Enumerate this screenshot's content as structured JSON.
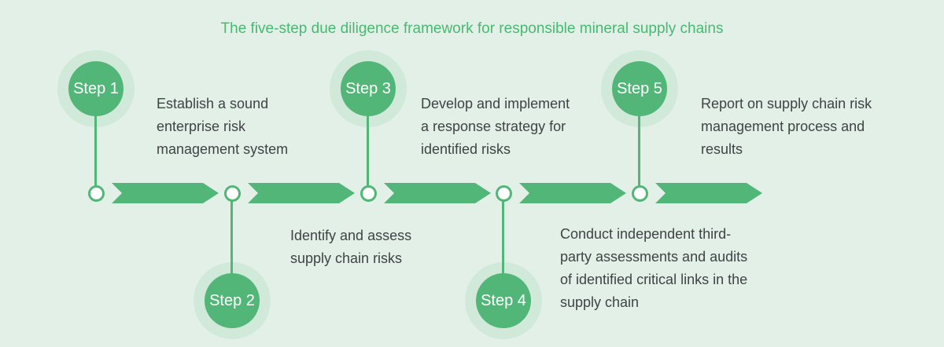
{
  "title": "The five-step due diligence framework for responsible mineral supply chains",
  "colors": {
    "background": "#e3f0e7",
    "green": "#52b678",
    "halo": "#d0e9d8",
    "title_green": "#49b873",
    "text": "#3f4345",
    "node_fill": "#ffffff"
  },
  "steps": [
    {
      "label": "Step 1",
      "lines": [
        "Establish a sound",
        "enterprise risk",
        "management system"
      ]
    },
    {
      "label": "Step 2",
      "lines": [
        "Identify and assess",
        "supply chain risks"
      ]
    },
    {
      "label": "Step 3",
      "lines": [
        "Develop and implement",
        "a response strategy for",
        "identified risks"
      ]
    },
    {
      "label": "Step 4",
      "lines": [
        "Conduct independent third-",
        "party assessments and audits",
        "of identified critical links in the",
        "supply chain"
      ]
    },
    {
      "label": "Step 5",
      "lines": [
        "Report on supply chain risk",
        "management process and",
        "results"
      ]
    }
  ]
}
